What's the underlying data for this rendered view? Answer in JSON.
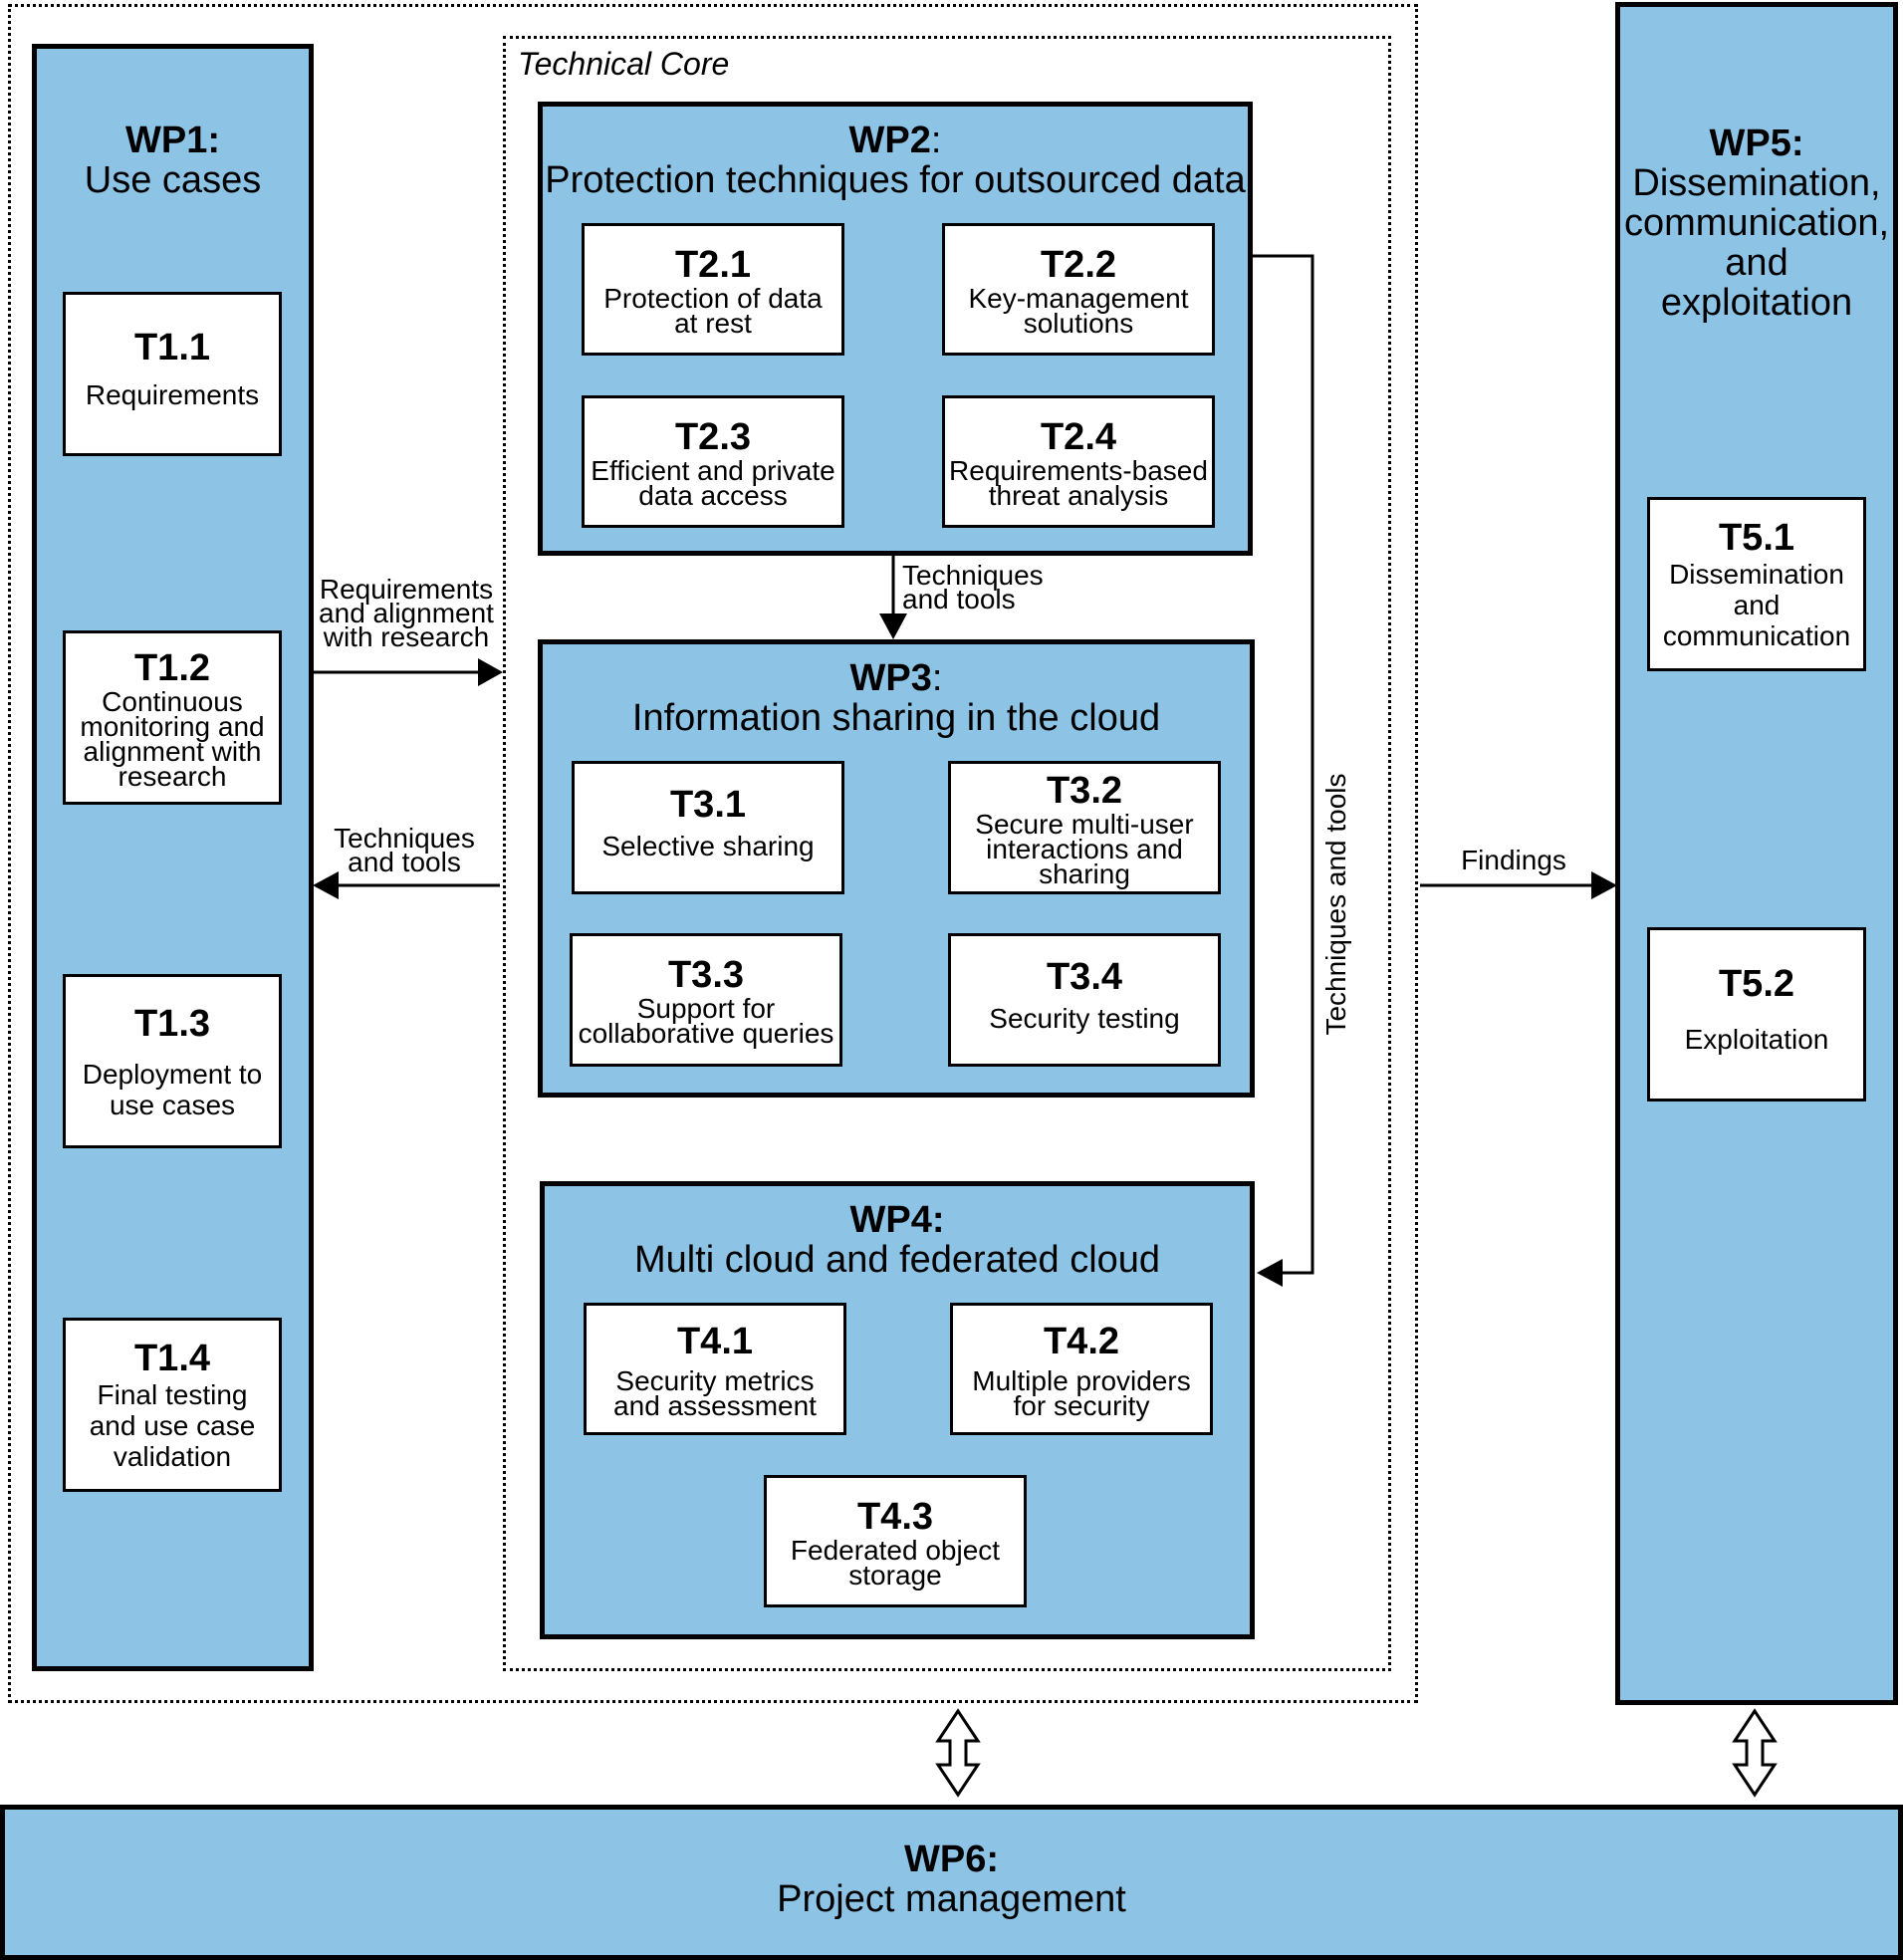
{
  "wp1": {
    "id": "WP1:",
    "title": "Use cases",
    "tasks": [
      {
        "id": "T1.1",
        "name": "Requirements"
      },
      {
        "id": "T1.2",
        "name": "Continuous\nmonitoring and\nalignment with\nresearch"
      },
      {
        "id": "T1.3",
        "name": "Deployment to\nuse cases"
      },
      {
        "id": "T1.4",
        "name": "Final testing\nand use case\nvalidation"
      }
    ]
  },
  "technical_core": {
    "label": "Technical Core"
  },
  "wp2": {
    "id": "WP2",
    "sep": ":",
    "title": "Protection techniques for outsourced data",
    "tasks": [
      {
        "id": "T2.1",
        "name": "Protection of data\nat rest"
      },
      {
        "id": "T2.2",
        "name": "Key-management\nsolutions"
      },
      {
        "id": "T2.3",
        "name": "Efficient and private\ndata access"
      },
      {
        "id": "T2.4",
        "name": "Requirements-based\nthreat analysis"
      }
    ]
  },
  "wp3": {
    "id": "WP3",
    "sep": ":",
    "title": "Information sharing in the cloud",
    "tasks": [
      {
        "id": "T3.1",
        "name": "Selective sharing"
      },
      {
        "id": "T3.2",
        "name": "Secure multi-user\ninteractions and\nsharing"
      },
      {
        "id": "T3.3",
        "name": "Support for\ncollaborative queries"
      },
      {
        "id": "T3.4",
        "name": "Security testing"
      }
    ]
  },
  "wp4": {
    "id": "WP4:",
    "title": "Multi cloud and federated cloud",
    "tasks": [
      {
        "id": "T4.1",
        "name": "Security metrics\nand assessment"
      },
      {
        "id": "T4.2",
        "name": "Multiple providers\nfor security"
      },
      {
        "id": "T4.3",
        "name": "Federated object\nstorage"
      }
    ]
  },
  "wp5": {
    "id": "WP5:",
    "title": "Dissemination,\ncommunication,\nand\nexploitation",
    "tasks": [
      {
        "id": "T5.1",
        "name": "Dissemination\nand\ncommunication"
      },
      {
        "id": "T5.2",
        "name": "Exploitation"
      }
    ]
  },
  "wp6": {
    "id": "WP6:",
    "title": "Project management"
  },
  "flows": {
    "wp1_to_core": "Requirements\nand alignment\nwith research",
    "core_to_wp1": "Techniques\nand tools",
    "wp2_to_wp3": "Techniques\nand tools",
    "wp2_to_wp4": "Techniques and tools",
    "core_to_wp5": "Findings"
  },
  "colors": {
    "wp_fill": "#8dc4e6",
    "task_fill": "#ffffff",
    "stroke": "#000000"
  }
}
